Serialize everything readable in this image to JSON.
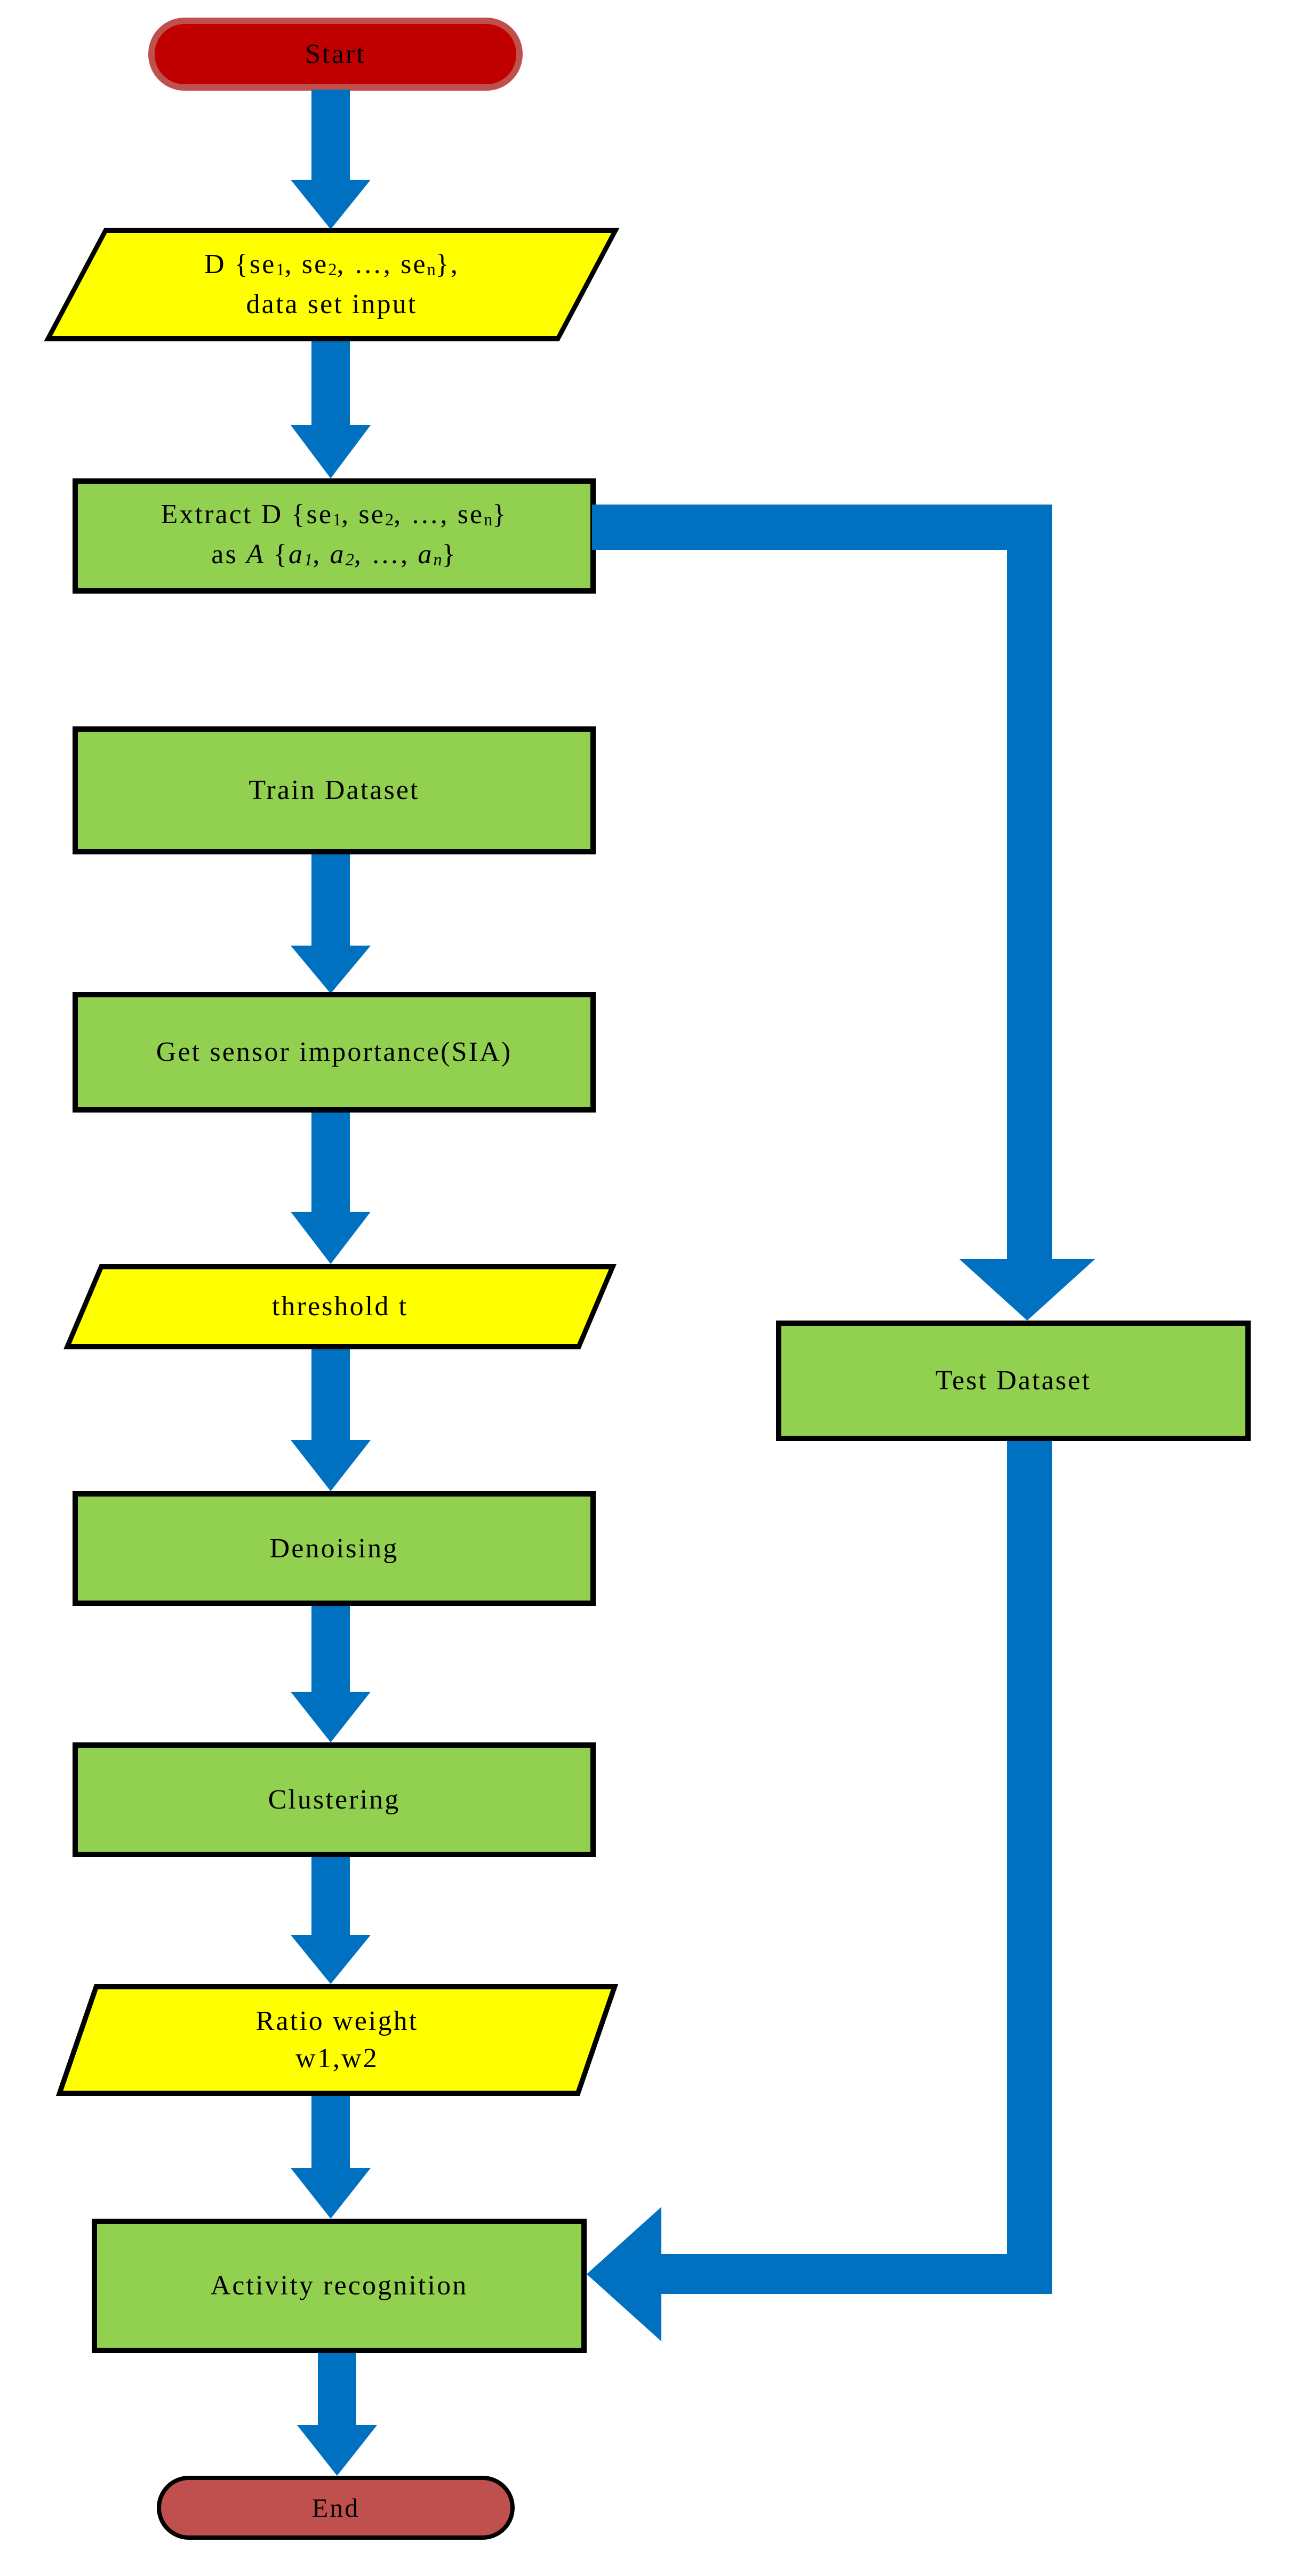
{
  "figure": {
    "type": "flowchart",
    "background": "#FFFFFF"
  },
  "colors": {
    "bg": "#FFFFFF",
    "process-fill": "#92D050",
    "io-fill": "#FFFF00",
    "arrow": "#0070C0",
    "start-fill": "#C00000",
    "start-border": "#C0504D",
    "end-fill": "#C0504D",
    "border": "#000000",
    "text": "#000000"
  },
  "nodes": {
    "start": {
      "shape": "terminator",
      "label": "Start"
    },
    "dataset_input": {
      "shape": "parallelogram-io",
      "line1": [
        {
          "t": "D {se"
        },
        {
          "t": "1",
          "sub": true
        },
        {
          "t": ", se"
        },
        {
          "t": "2",
          "sub": true
        },
        {
          "t": ", …, se"
        },
        {
          "t": "n",
          "sub": true
        },
        {
          "t": "},"
        }
      ],
      "line2": "data set input"
    },
    "extract": {
      "shape": "process",
      "line1": [
        {
          "t": "Extract D {se"
        },
        {
          "t": "1",
          "sub": true
        },
        {
          "t": ", se"
        },
        {
          "t": "2",
          "sub": true
        },
        {
          "t": ", …, se"
        },
        {
          "t": "n",
          "sub": true
        },
        {
          "t": "}"
        }
      ],
      "line2": [
        {
          "t": "as "
        },
        {
          "t": "A",
          "i": true
        },
        {
          "t": " {"
        },
        {
          "t": "a",
          "i": true
        },
        {
          "t": "1",
          "sub": true,
          "i": true
        },
        {
          "t": ", "
        },
        {
          "t": "a",
          "i": true
        },
        {
          "t": "2",
          "sub": true,
          "i": true
        },
        {
          "t": ", …, "
        },
        {
          "t": "a",
          "i": true
        },
        {
          "t": "n",
          "sub": true,
          "i": true
        },
        {
          "t": "}"
        }
      ]
    },
    "train_dataset": {
      "shape": "process",
      "label": "Train Dataset"
    },
    "test_dataset": {
      "shape": "process",
      "label": "Test Dataset"
    },
    "sensor_importance": {
      "shape": "process",
      "label": "Get sensor importance(SIA)"
    },
    "threshold": {
      "shape": "parallelogram-io",
      "label": "threshold t"
    },
    "denoising": {
      "shape": "process",
      "label": "Denoising"
    },
    "clustering": {
      "shape": "process",
      "label": "Clustering"
    },
    "ratio_weight": {
      "shape": "parallelogram-io",
      "line1": "Ratio weight",
      "line2": "w1,w2"
    },
    "activity_recognition": {
      "shape": "process",
      "label": "Activity recognition"
    },
    "end": {
      "shape": "terminator",
      "label": "End"
    }
  },
  "edges": [
    {
      "from": "start",
      "to": "dataset_input"
    },
    {
      "from": "dataset_input",
      "to": "extract"
    },
    {
      "from": "extract",
      "to": "train_dataset"
    },
    {
      "from": "extract",
      "to": "test_dataset"
    },
    {
      "from": "train_dataset",
      "to": "sensor_importance"
    },
    {
      "from": "sensor_importance",
      "to": "threshold"
    },
    {
      "from": "threshold",
      "to": "denoising"
    },
    {
      "from": "denoising",
      "to": "clustering"
    },
    {
      "from": "clustering",
      "to": "ratio_weight"
    },
    {
      "from": "ratio_weight",
      "to": "activity_recognition"
    },
    {
      "from": "test_dataset",
      "to": "activity_recognition"
    },
    {
      "from": "activity_recognition",
      "to": "end"
    }
  ]
}
